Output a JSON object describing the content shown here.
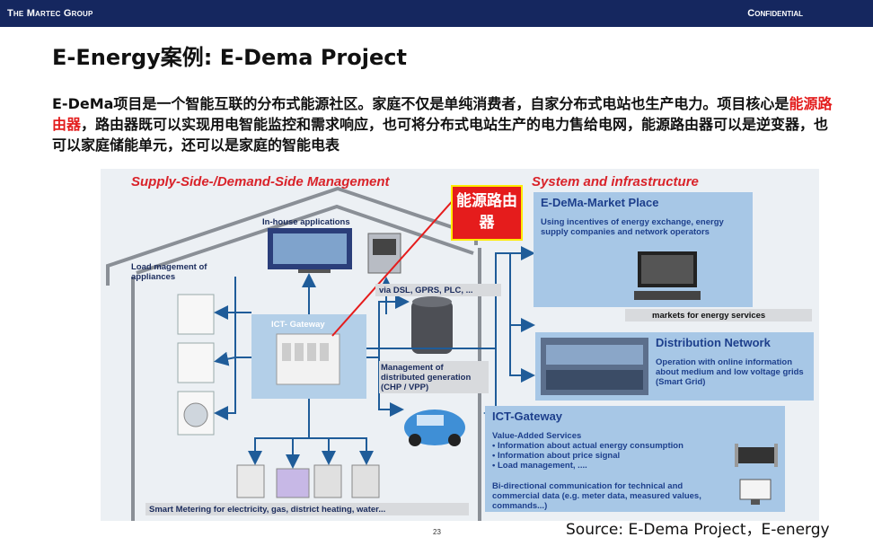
{
  "header": {
    "brand": "The Martec Group",
    "confidential": "Confidential"
  },
  "slide": {
    "title": "E-Energy案例: E-Dema Project",
    "intro_part1": "E-DeMa项目是一个智能互联的分布式能源社区。家庭不仅是单纯消费者，自家分布式电站也生产电力。项目核心是",
    "intro_highlight": "能源路由器",
    "intro_part2": "，路由器既可以实现用电智能监控和需求响应，也可将分布式电站生产的电力售给电网，能源路由器可以是逆变器，也可以家庭储能单元，还可以是家庭的智能电表",
    "callout": "能源路由器",
    "page_number": "23",
    "source": "Source: E-Dema Project，E-energy"
  },
  "diagram": {
    "left_title": "Supply-Side-/Demand-Side Management",
    "right_title": "System and infrastructure",
    "in_house": "In-house applications",
    "load_mgmt": "Load magement of appliances",
    "gateway_label": "ICT- Gateway",
    "via": "via DSL, GPRS, PLC, ...",
    "distributed_gen": "Management of distributed generation (CHP / VPP)",
    "smart_metering": "Smart Metering for electricity, gas, district heating, water...",
    "market_place_title": "E-DeMa-Market Place",
    "market_place_text": "Using incentives of energy exchange, energy supply companies and network operators",
    "markets_services": "markets for energy services",
    "distribution_title": "Distribution Network",
    "distribution_text": "Operation with online information about medium and low voltage grids (Smart Grid)",
    "ict_title": "ICT-Gateway",
    "ict_vas": "Value-Added Services",
    "ict_bullets": [
      "• Information about actual energy consumption",
      "• Information about price signal",
      "• Load management, ...."
    ],
    "ict_bidir": "Bi-directional communication for technical and commercial data (e.g. meter data, measured values, commands...)"
  },
  "colors": {
    "header_bg": "#15275f",
    "highlight": "#e31d1d",
    "panel": "#a7c7e6",
    "arrow": "#1f5c99"
  }
}
